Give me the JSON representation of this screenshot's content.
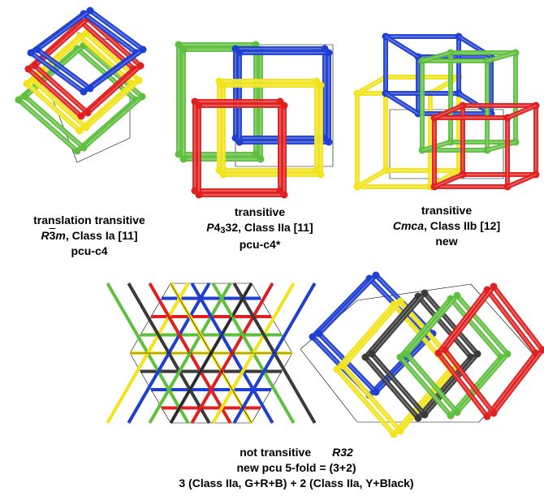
{
  "colors": {
    "blue": "#1f3fd0",
    "red": "#e02020",
    "yellow": "#f2e31a",
    "green": "#5fbf3f",
    "black": "#3a3a3a",
    "cell_outline": "#000000"
  },
  "panels": [
    {
      "id": "a",
      "caption": {
        "line1": "translation transitive",
        "sg_R": "R",
        "sg_3": "3",
        "sg_m": "m",
        "line2_rest": ", Class Ia  [11]",
        "line3": "pcu-c4"
      }
    },
    {
      "id": "b",
      "caption": {
        "line1": "transitive",
        "sg_P": "P",
        "sg_4": "4",
        "sg_3sub": "3",
        "sg_32": "32",
        "line2_rest": ", Class IIa  [11]",
        "line3": "pcu-c4*"
      }
    },
    {
      "id": "c",
      "caption": {
        "line1": "transitive",
        "sg": "Cmca",
        "line2_rest": ", Class IIb  [12]",
        "line3": "new"
      }
    },
    {
      "id": "d",
      "caption": {
        "line1_a": "not transitive",
        "line1_sg": "R32",
        "line2": "new pcu 5-fold = (3+2)",
        "line3": "3 (Class IIa, G+R+B) + 2 (Class IIa, Y+Black)"
      }
    }
  ]
}
